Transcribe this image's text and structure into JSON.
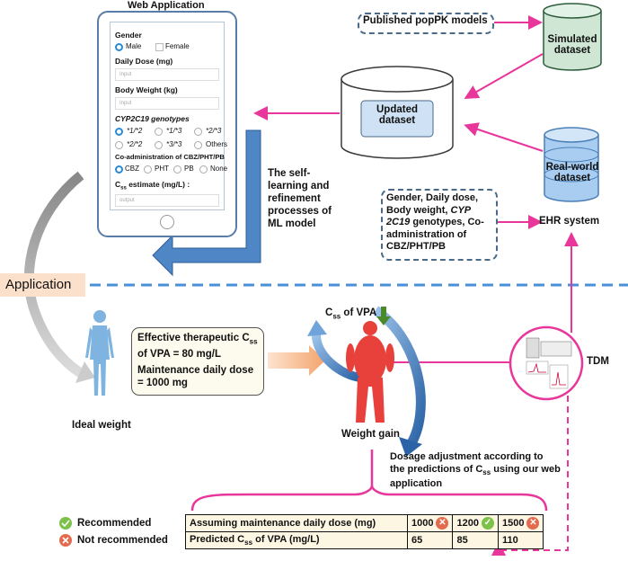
{
  "webapp": {
    "title": "Web Application",
    "gender_label": "Gender",
    "gender_male": "Male",
    "gender_female": "Female",
    "dose_label": "Daily Dose (mg)",
    "dose_placeholder": "Input",
    "weight_label": "Body Weight (kg)",
    "weight_placeholder": "Input",
    "genotype_label": "CYP2C19 genotypes",
    "genotypes": [
      "*1/*2",
      "*1/*3",
      "*2/*3",
      "*2/*2",
      "*3/*3",
      "Others"
    ],
    "coadmin_label": "Co-administration of CBZ/PHT/PB",
    "coadmin_options": [
      "CBZ",
      "PHT",
      "PB",
      "None"
    ],
    "css_label_pre": "C",
    "css_label_sub": "ss",
    "css_label_post": " estimate (mg/L) :",
    "output_placeholder": "output"
  },
  "top": {
    "published_models": "Published popPK models",
    "simulated_dataset": "Simulated dataset",
    "updated_dataset": "Updated dataset",
    "realworld_dataset": "Real-world dataset",
    "self_learning": "The self-learning and refinement processes of ML model",
    "ehr_inputs_1": "Gender, Daily dose, Body weight, ",
    "ehr_inputs_ital": "CYP 2C19",
    "ehr_inputs_2": " genotypes, Co-administration of CBZ/PHT/PB",
    "ehr_system": "EHR system"
  },
  "bottom": {
    "application": "Application",
    "effective_pre": "Effective therapeutic C",
    "effective_sub": "ss",
    "effective_post": " of VPA = 80 mg/L",
    "maintenance": "Maintenance daily dose = 1000 mg",
    "ideal_weight": "Ideal weight",
    "weight_gain": "Weight gain",
    "css_vpa_pre": "C",
    "css_vpa_sub": "ss",
    "css_vpa_post": " of VPA",
    "tdm": "TDM",
    "adjust_pre": "Dosage adjustment according to the predictions of C",
    "adjust_sub": "ss",
    "adjust_post": " using our web application",
    "legend_recommended": "Recommended",
    "legend_not_recommended": "Not recommended"
  },
  "dose_table": {
    "row1_label": "Assuming maintenance daily dose (mg)",
    "row2_label_pre": "Predicted C",
    "row2_label_sub": "ss",
    "row2_label_post": " of VPA (mg/L)",
    "doses": [
      "1000",
      "1200",
      "1500"
    ],
    "predicted": [
      "65",
      "85",
      "110"
    ],
    "status": [
      "not",
      "ok",
      "not"
    ]
  },
  "colors": {
    "magenta": "#e8369a",
    "blue_arrow": "#4f86c6",
    "dashed_line": "#4a90d9",
    "orange_arrow": "#f4b183",
    "body_blue": "#7fb3e0",
    "body_red": "#e8413c"
  }
}
